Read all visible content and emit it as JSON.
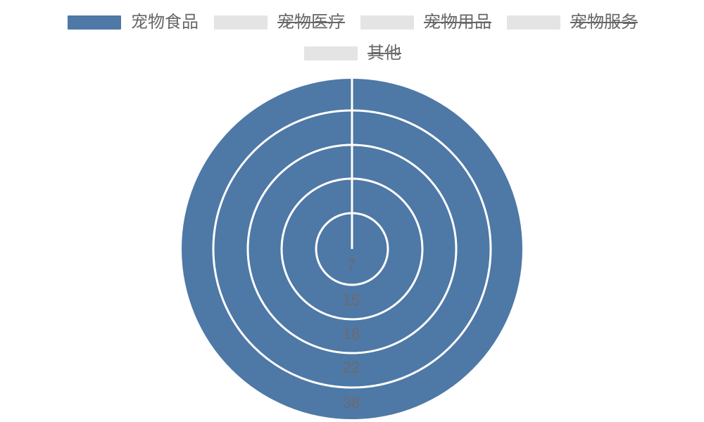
{
  "chart_data": {
    "type": "pie",
    "variant": "nested-rings",
    "title": "",
    "categories": [
      "宠物食品",
      "宠物医疗",
      "宠物用品",
      "宠物服务",
      "其他"
    ],
    "legend": {
      "placement": "top-center",
      "items": [
        {
          "name": "宠物食品",
          "active": true,
          "color": "#4e78a6"
        },
        {
          "name": "宠物医疗",
          "active": false,
          "color": "#e4e4e4"
        },
        {
          "name": "宠物用品",
          "active": false,
          "color": "#e4e4e4"
        },
        {
          "name": "宠物服务",
          "active": false,
          "color": "#e4e4e4"
        },
        {
          "name": "其他",
          "active": false,
          "color": "#e4e4e4"
        }
      ]
    },
    "series": [
      {
        "values": [
          7,
          0,
          0,
          0,
          0
        ]
      },
      {
        "values": [
          15,
          0,
          0,
          0,
          0
        ]
      },
      {
        "values": [
          18,
          0,
          0,
          0,
          0
        ]
      },
      {
        "values": [
          22,
          0,
          0,
          0,
          0
        ]
      },
      {
        "values": [
          38,
          0,
          0,
          0,
          0
        ]
      }
    ],
    "data_labels": [
      "7",
      "15",
      "18",
      "22",
      "38"
    ],
    "colors": {
      "active": "#4e78a6",
      "inactive": "#e4e4e4",
      "label": "#6b6b6b",
      "separator": "#ffffff"
    }
  }
}
